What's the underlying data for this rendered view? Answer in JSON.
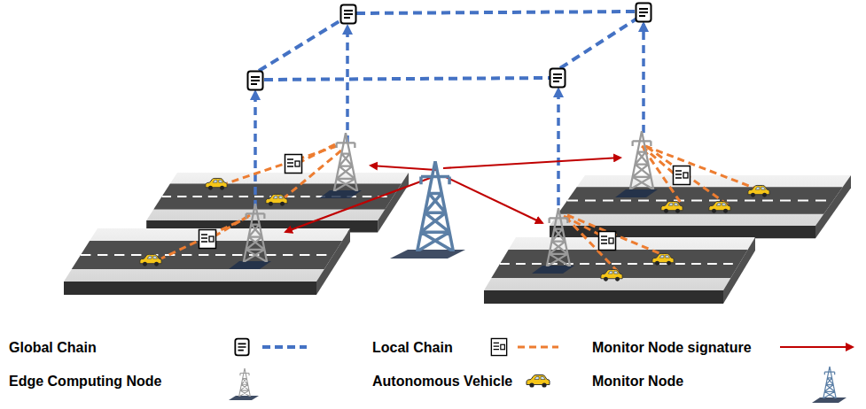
{
  "diagram": {
    "legend": [
      {
        "text": "Global Chain"
      },
      {
        "text": "Local Chain"
      },
      {
        "text": "Monitor Node signature"
      },
      {
        "text": "Edge Computing Node"
      },
      {
        "text": "Autonomous Vehicle"
      },
      {
        "text": "Monitor Node"
      }
    ]
  }
}
